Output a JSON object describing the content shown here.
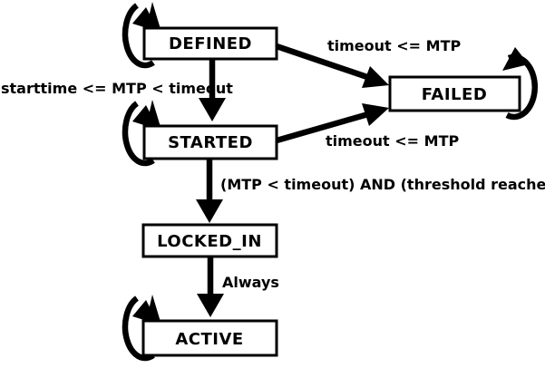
{
  "diagram": {
    "type": "state-machine",
    "background_color": "#ffffff",
    "ink_color": "#000000",
    "states": [
      {
        "label": "DEFINED"
      },
      {
        "label": "STARTED"
      },
      {
        "label": "FAILED"
      },
      {
        "label": "LOCKED_IN"
      },
      {
        "label": "ACTIVE"
      }
    ],
    "transitions": [
      {
        "from": "DEFINED",
        "to": "FAILED",
        "label": "timeout <= MTP"
      },
      {
        "from": "DEFINED",
        "to": "STARTED",
        "label": "starttime <= MTP < timeout"
      },
      {
        "from": "STARTED",
        "to": "FAILED",
        "label": "timeout <= MTP"
      },
      {
        "from": "STARTED",
        "to": "LOCKED_IN",
        "label": "(MTP < timeout) AND (threshold reached)"
      },
      {
        "from": "LOCKED_IN",
        "to": "ACTIVE",
        "label": "Always"
      },
      {
        "from": "DEFINED",
        "to": "DEFINED",
        "label": ""
      },
      {
        "from": "STARTED",
        "to": "STARTED",
        "label": ""
      },
      {
        "from": "FAILED",
        "to": "FAILED",
        "label": ""
      },
      {
        "from": "ACTIVE",
        "to": "ACTIVE",
        "label": ""
      }
    ]
  }
}
